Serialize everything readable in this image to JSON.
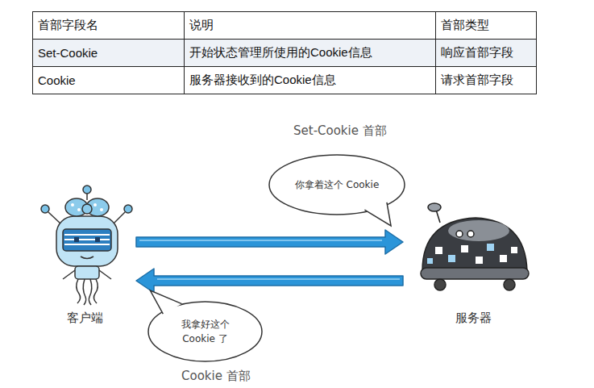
{
  "diagram": {
    "nodes": [
      {
        "text": [
          "客户端"
        ]
      },
      {
        "text": [
          "你拿着这个 Cookie"
        ]
      },
      {
        "text": [
          "服务器"
        ]
      },
      {
        "text": [
          "我拿好这个 Cookie 了"
        ]
      }
    ],
    "edges": [
      {
        "from": 0,
        "to": 2,
        "arrow": "to",
        "label": "Set-Cookie 首部"
      },
      {
        "from": 2,
        "to": 0,
        "arrow": "to",
        "label": "Cookie 首部"
      }
    ],
    "labels": [
      "首部字段名",
      "说明",
      "首部类型",
      "Set-Cookie",
      "开始状态管理所使用的Cookie信息",
      "响应首部字段",
      "Cookie",
      "服务器接收到的Cookie信息",
      "请求首部字段"
    ]
  }
}
